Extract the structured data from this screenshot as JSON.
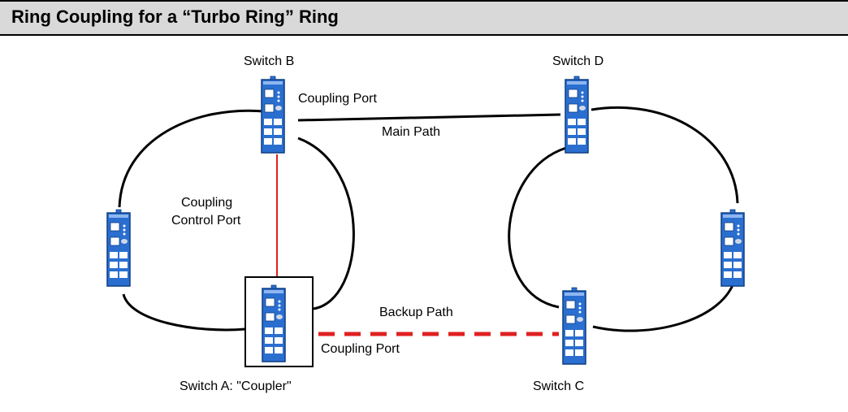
{
  "title": "Ring Coupling for a “Turbo Ring” Ring",
  "labels": {
    "switch_b": "Switch B",
    "switch_d": "Switch D",
    "coupling_port_top": "Coupling Port",
    "main_path": "Main Path",
    "coupling_control_line1": "Coupling",
    "coupling_control_line2": "Control Port",
    "backup_path": "Backup Path",
    "coupling_port_bottom": "Coupling Port",
    "switch_a": "Switch A: \"Coupler\"",
    "switch_c": "Switch C"
  },
  "colors": {
    "title_bg": "#d9d9d9",
    "cable": "#000000",
    "control_line": "#e02020",
    "backup_path": "#e02020",
    "switch_body": "#2a6fd0",
    "switch_port": "#ffffff"
  },
  "icons": {
    "switch": "ethernet-switch-icon"
  }
}
